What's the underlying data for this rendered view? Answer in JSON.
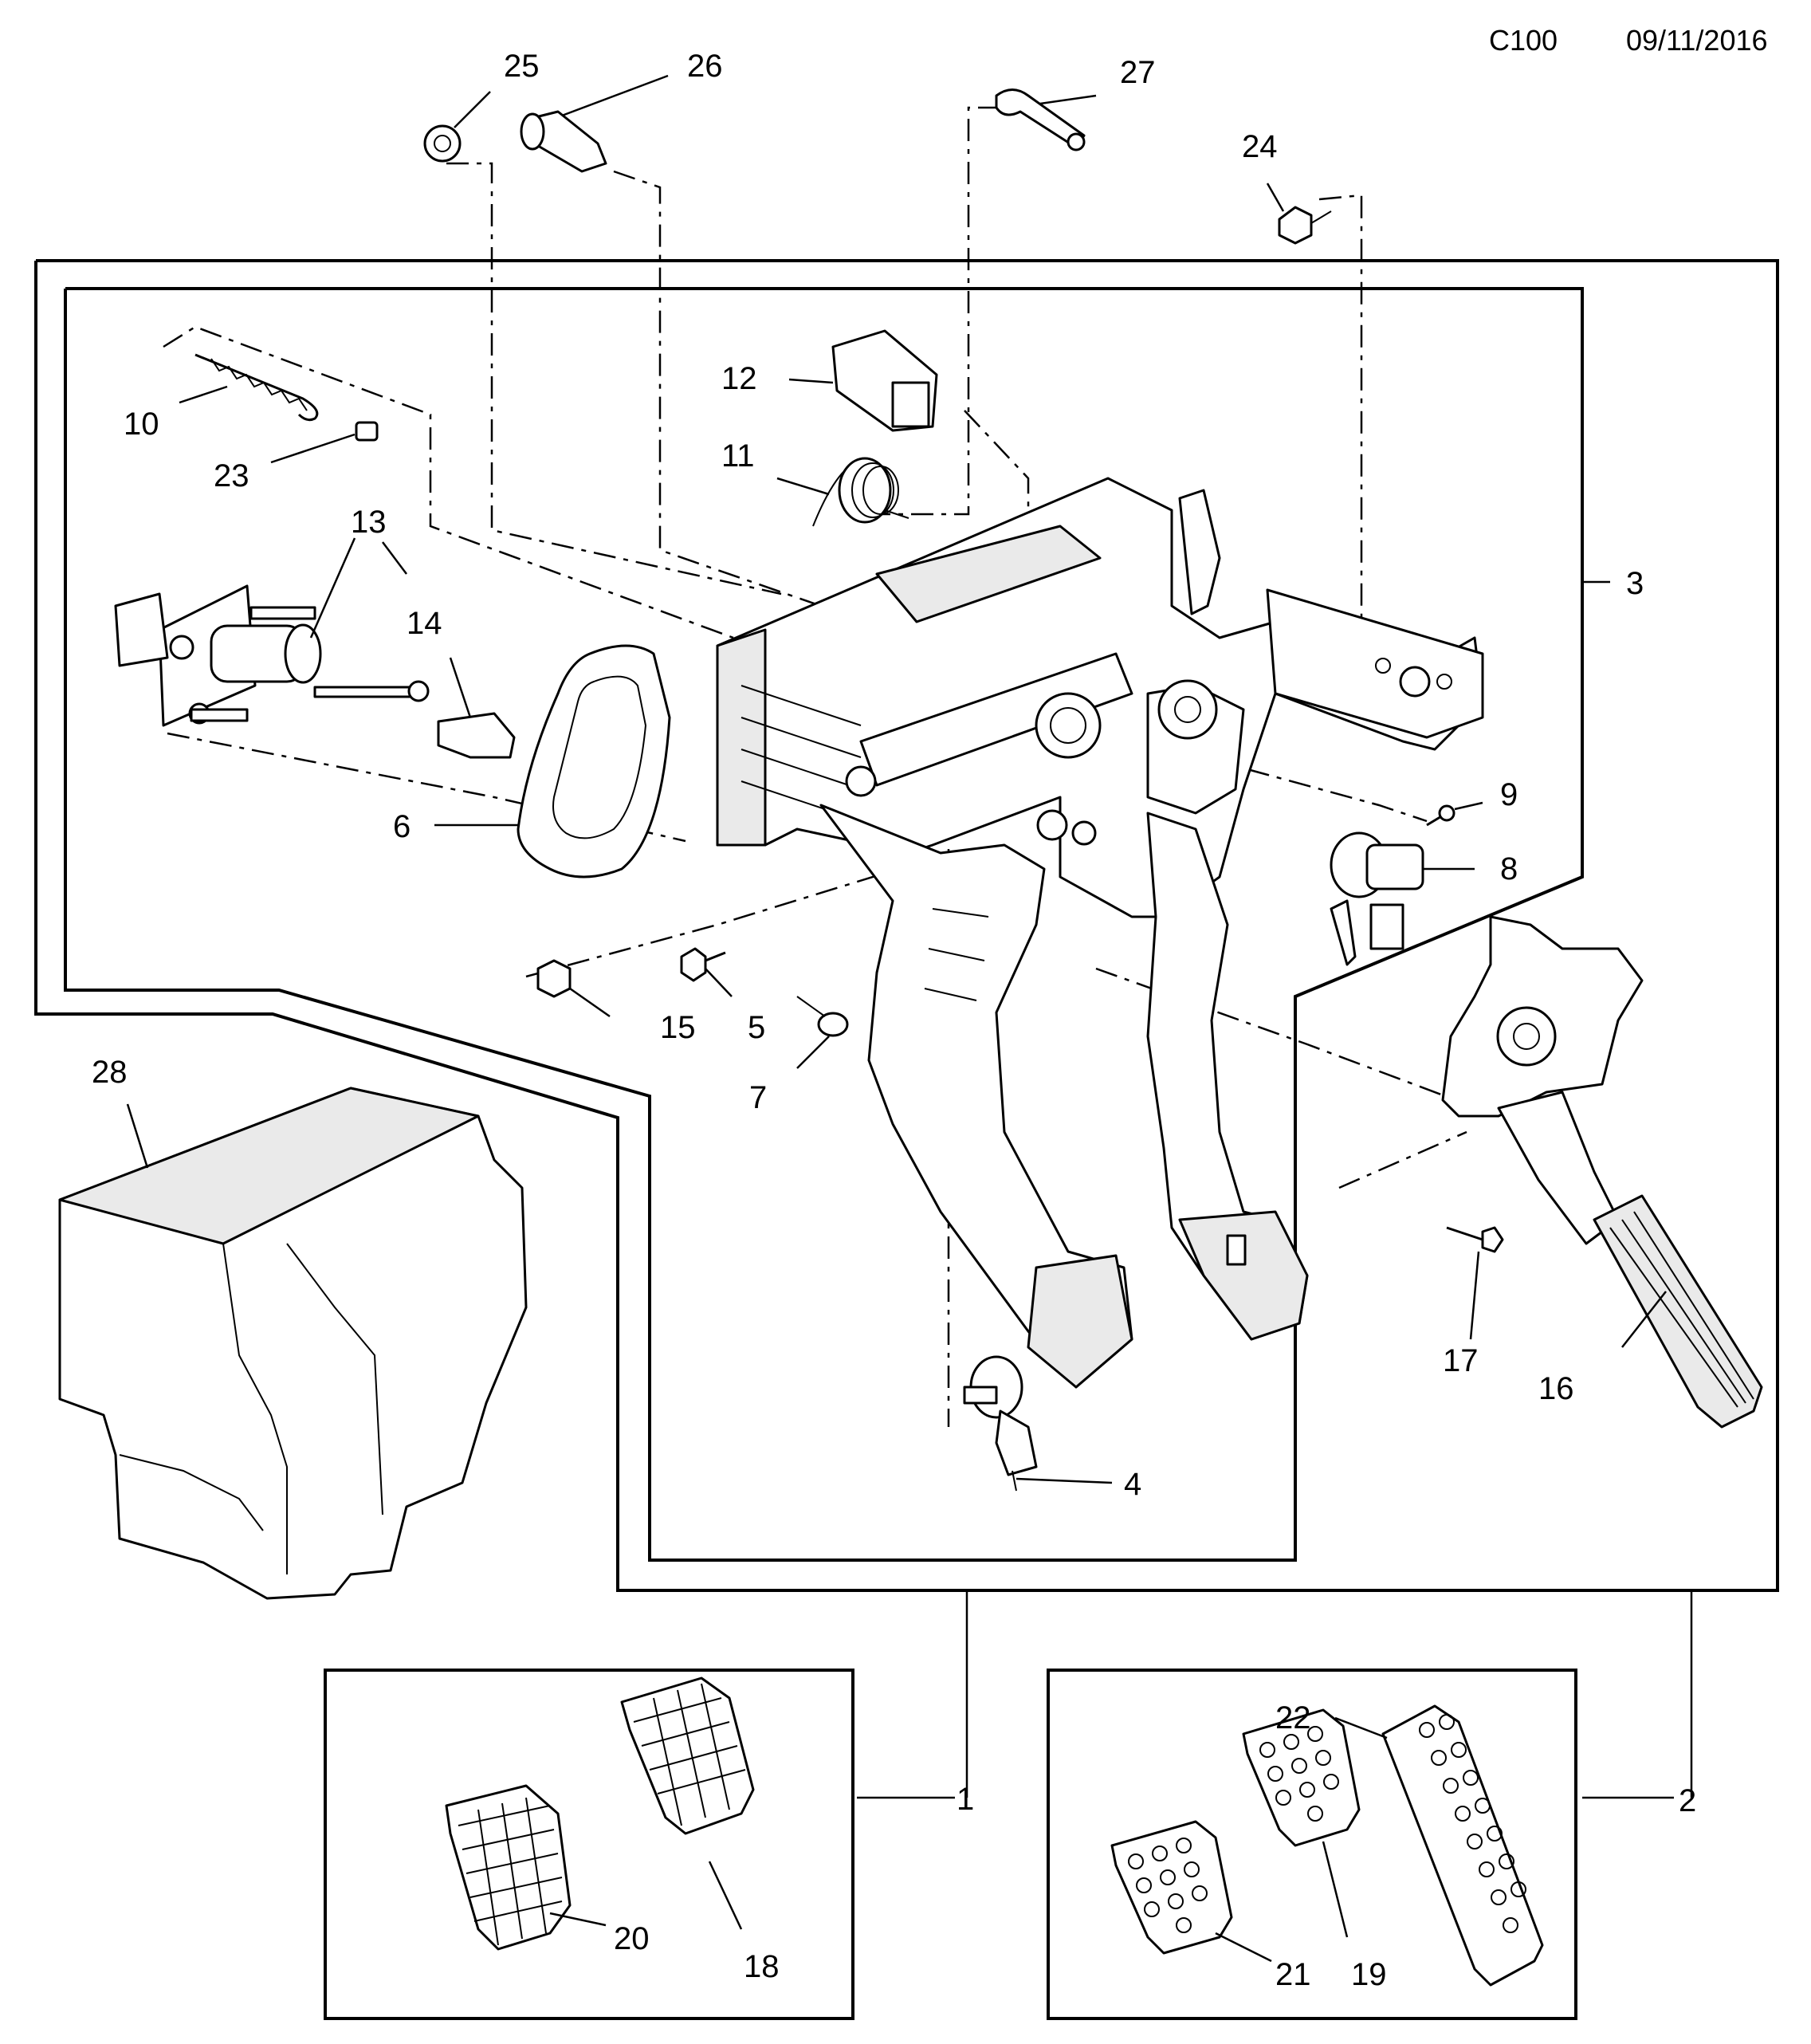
{
  "header": {
    "code": "C100",
    "date": "09/11/2016"
  },
  "callouts": {
    "c1": "1",
    "c2": "2",
    "c3": "3",
    "c4": "4",
    "c5": "5",
    "c6": "6",
    "c7": "7",
    "c8": "8",
    "c9": "9",
    "c10": "10",
    "c11": "11",
    "c12": "12",
    "c13": "13",
    "c14": "14",
    "c15": "15",
    "c16": "16",
    "c17": "17",
    "c18": "18",
    "c19": "19",
    "c20": "20",
    "c21": "21",
    "c22": "22",
    "c23": "23",
    "c24": "24",
    "c25": "25",
    "c26": "26",
    "c27": "27",
    "c28": "28"
  }
}
